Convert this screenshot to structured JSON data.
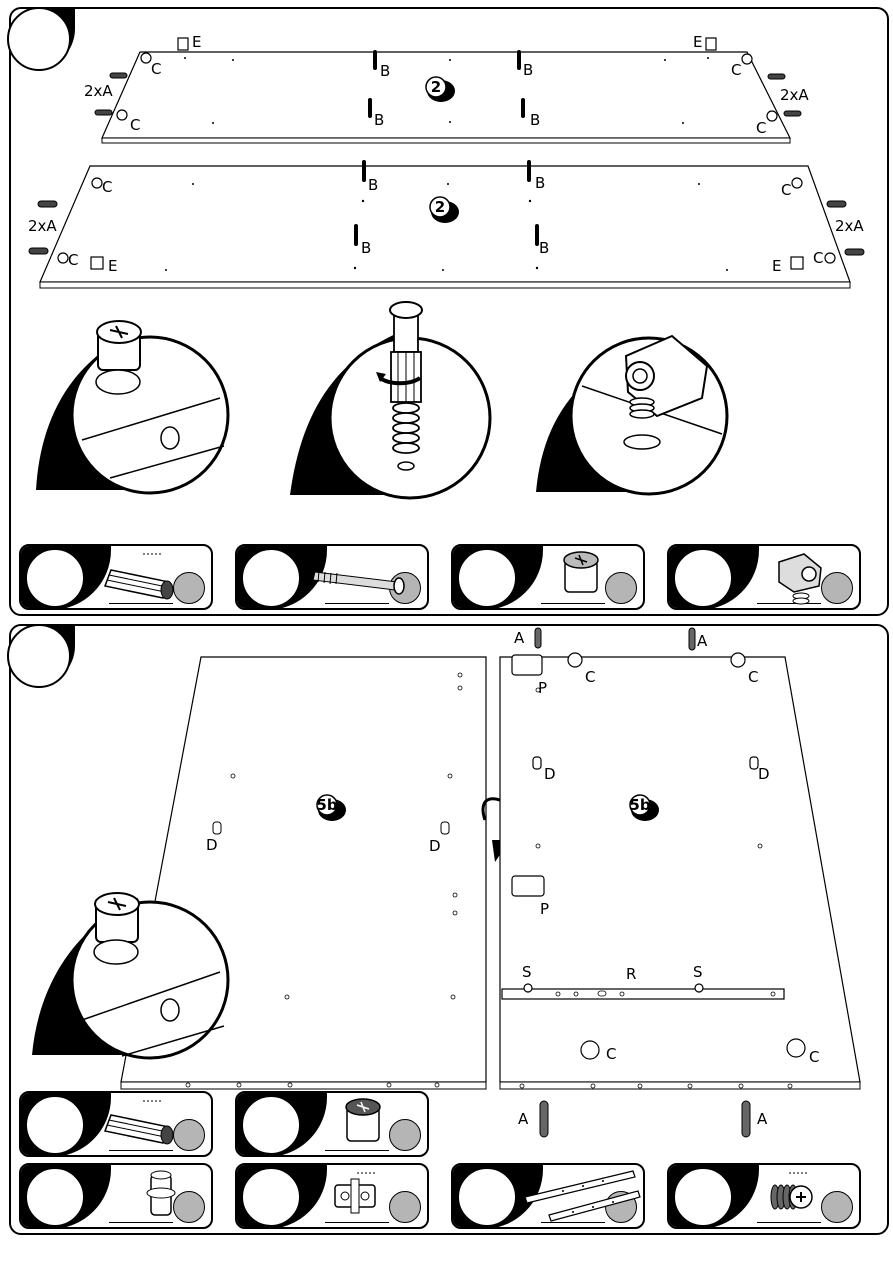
{
  "step1": {
    "upper_board": {
      "labels": {
        "e_left": "E",
        "e_right": "E",
        "c": "C",
        "b": "B",
        "dowel_left": "2xA",
        "dowel_right": "2xA",
        "count": "2"
      }
    },
    "lower_board": {
      "labels": {
        "e_left": "E",
        "e_right": "E",
        "c": "C",
        "b": "B",
        "dowel_left": "2xA",
        "dowel_right": "2xA",
        "count": "2"
      }
    },
    "detail_circles": [
      "cam-lock-detail",
      "cam-bolt-detail",
      "eccentric-shelf-support-detail"
    ],
    "parts": [
      {
        "icon": "wooden-dowel-icon"
      },
      {
        "icon": "cam-bolt-icon"
      },
      {
        "icon": "cam-lock-icon"
      },
      {
        "icon": "shelf-support-icon"
      }
    ]
  },
  "step2": {
    "left_panel": {
      "count": "5b",
      "labels": {
        "d": "D"
      }
    },
    "right_panel": {
      "count": "5b",
      "labels": {
        "a": "A",
        "c": "C",
        "d": "D",
        "p": "P",
        "s": "S",
        "r": "R"
      }
    },
    "parts_row1": [
      {
        "icon": "wooden-dowel-icon"
      },
      {
        "icon": "cam-lock-icon"
      }
    ],
    "parts_row2": [
      {
        "icon": "shelf-pin-icon"
      },
      {
        "icon": "hinge-plate-icon"
      },
      {
        "icon": "drawer-runner-icon"
      },
      {
        "icon": "euro-screw-icon"
      }
    ]
  }
}
